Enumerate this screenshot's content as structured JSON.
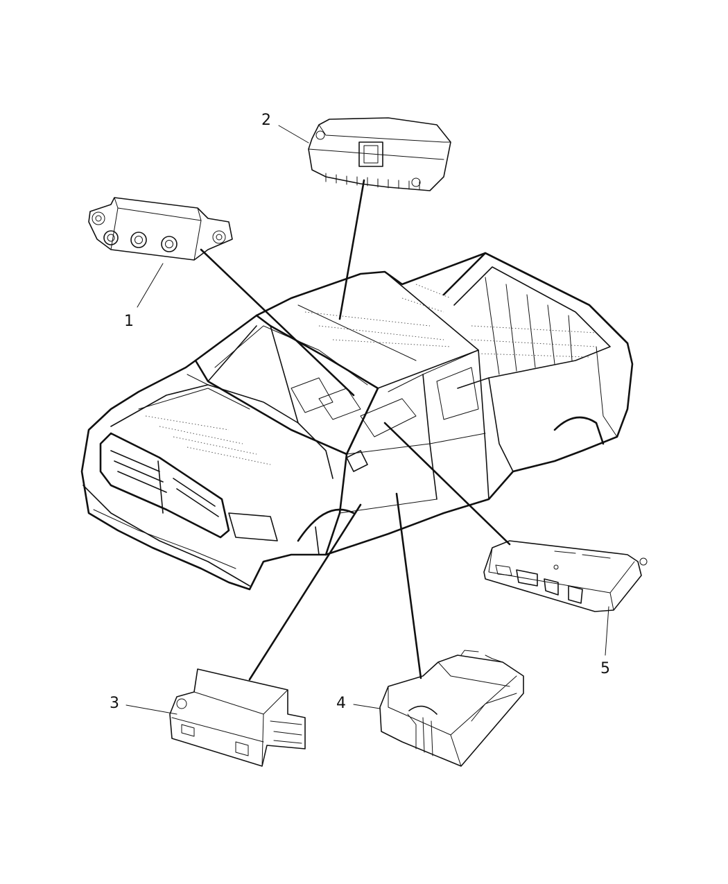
{
  "diagram": {
    "callouts": [
      {
        "id": 1,
        "label": "1"
      },
      {
        "id": 2,
        "label": "2"
      },
      {
        "id": 3,
        "label": "3"
      },
      {
        "id": 4,
        "label": "4"
      },
      {
        "id": 5,
        "label": "5"
      }
    ]
  }
}
